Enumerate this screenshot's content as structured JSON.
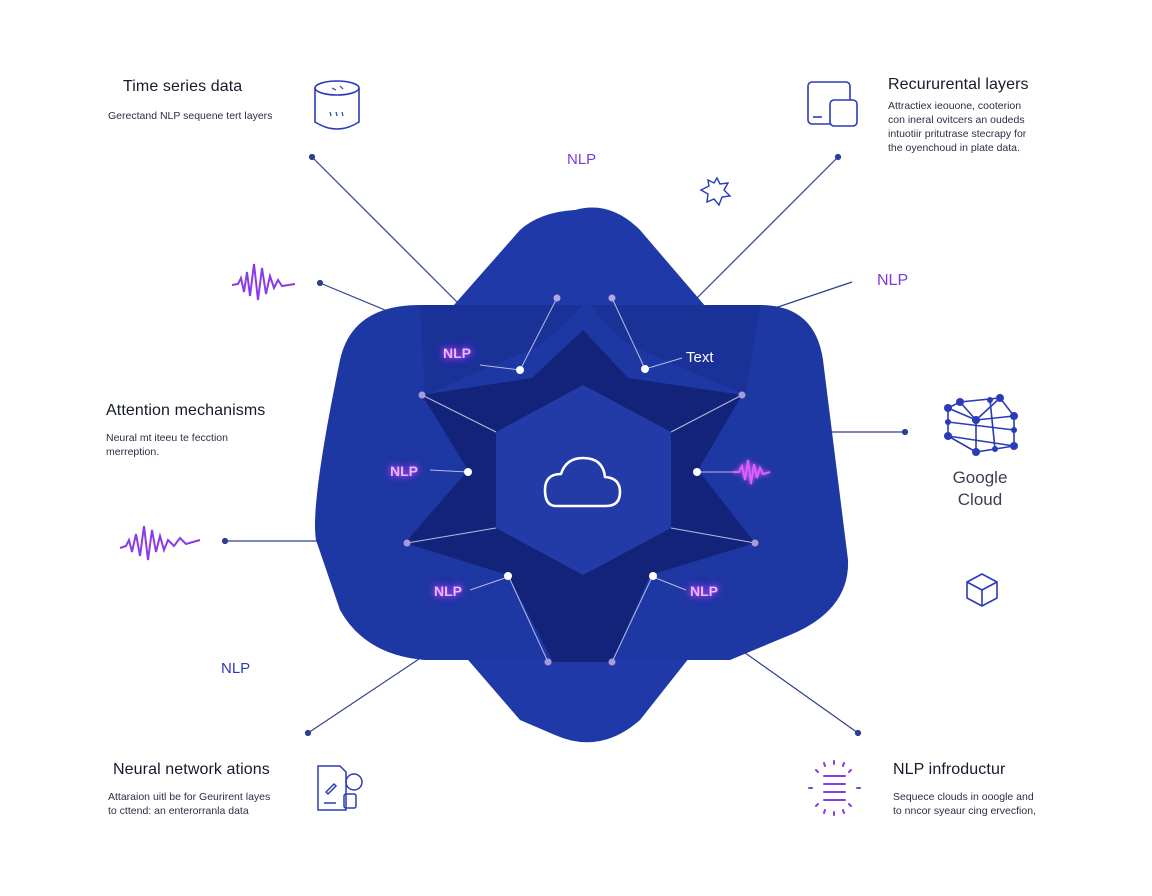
{
  "top_left": {
    "title": "Time series data",
    "description": "Gerectand NLP sequene tert layers"
  },
  "top_right": {
    "title": "Recururental layers",
    "description": [
      "Attractiex ieouone, cooterion",
      "con ineral ovitcers an oudeds",
      "intuotiir pritutrase stecrapy for",
      "the oyenchoud in plate data."
    ]
  },
  "mid_left": {
    "title": "Attention mechanisms",
    "description": [
      "Neural mt iteeu te fecction",
      "merreption."
    ]
  },
  "bottom_left": {
    "title": "Neural network ations",
    "description": [
      "Attaraion uitl be for Geurirent layes",
      "to cttend: an enterorranla data"
    ]
  },
  "bottom_right": {
    "title": "NLP infroductur",
    "description": [
      "Sequece clouds in ooogle and",
      "to nncor syeaur cing ervecfion,"
    ]
  },
  "google_cloud": {
    "line1": "Google",
    "line2": "Cloud"
  },
  "floating_labels": {
    "top_center": "NLP",
    "right": "NLP",
    "bottom_left": "NLP"
  },
  "inner_labels": {
    "upper_left": "NLP",
    "upper_right": "Text",
    "mid_left": "NLP",
    "lower_left": "NLP",
    "lower_right": "NLP"
  },
  "colors": {
    "shape_blue": "#1f3aa8",
    "shape_dark": "#14237a",
    "hexagon": "#233ba6",
    "accent_purple": "#8a3be8",
    "line_navy": "#283a8c"
  }
}
